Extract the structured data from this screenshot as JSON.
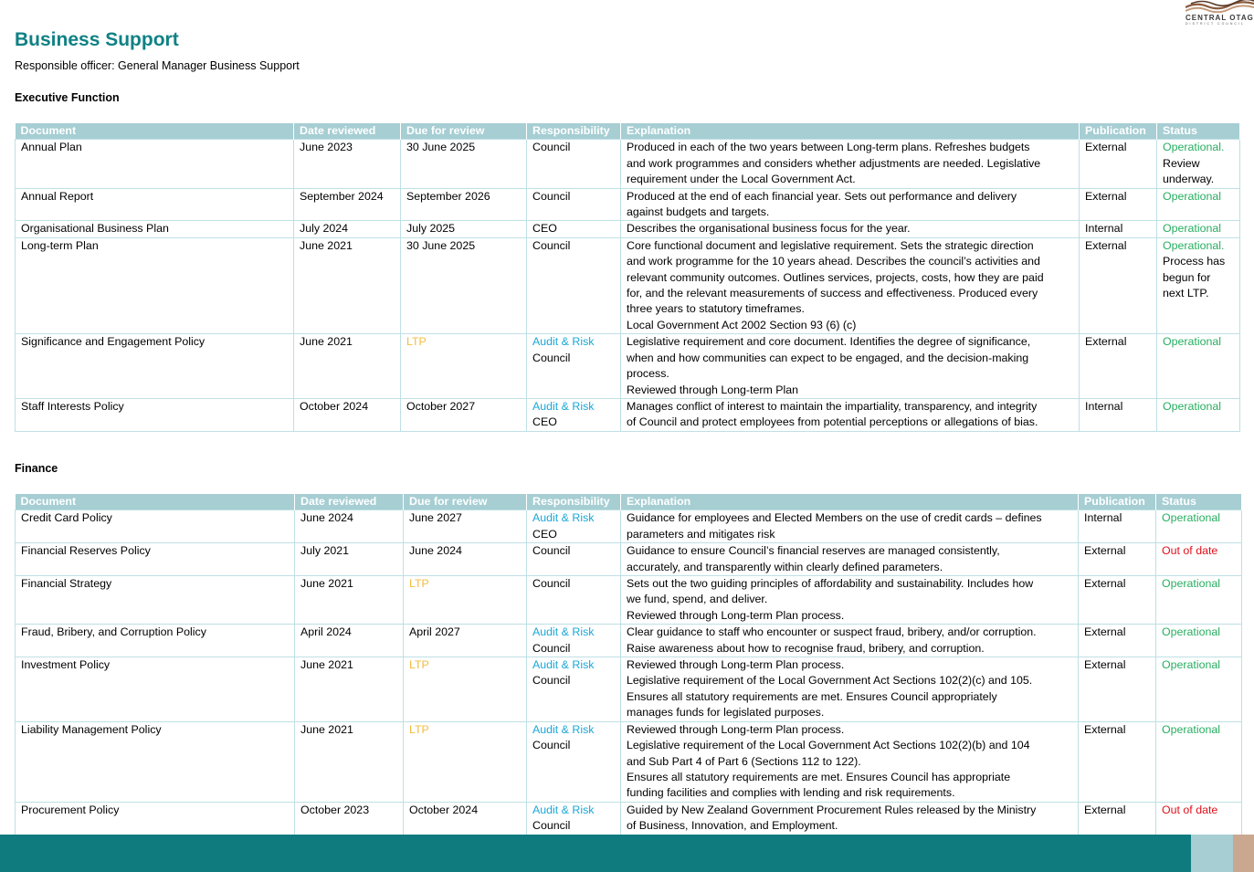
{
  "logo": {
    "name": "CENTRAL OTAGO",
    "subtitle": "DISTRICT COUNCIL"
  },
  "page": {
    "title": "Business Support",
    "officer": "Responsible officer: General Manager Business Support"
  },
  "colors": {
    "title": "#0f8184",
    "header_bg": "#a6ced3",
    "operational": "#27ae60",
    "out_of_date": "#e0101a",
    "audit_risk": "#1aa7d8",
    "ltp": "#f2bd3c",
    "footer_teal": "#0f7b7f",
    "footer_tan": "#caa88f"
  },
  "sections": [
    {
      "heading": "Executive Function",
      "columns": [
        "Document",
        "Date reviewed",
        "Due for review",
        "Responsibility",
        "Explanation",
        "Publication",
        "Status"
      ],
      "rows": [
        {
          "document": "Annual Plan",
          "date_reviewed": "June 2023",
          "due": "30 June 2025",
          "resp_top": "",
          "resp": "Council",
          "explanation": "Produced in each of the two years between Long-term plans. Refreshes budgets\nand work programmes and considers whether adjustments are needed. Legislative\nrequirement under the Local Government Act.",
          "publication": "External",
          "status": "Operational.",
          "status_note": "Review\nunderway."
        },
        {
          "document": "Annual Report",
          "date_reviewed": "September 2024",
          "due": "September 2026",
          "resp_top": "",
          "resp": "Council",
          "explanation": "Produced at the end of each financial year. Sets out performance and delivery\nagainst budgets and targets.",
          "publication": "External",
          "status": "Operational",
          "status_note": ""
        },
        {
          "document": "Organisational Business Plan",
          "date_reviewed": "July 2024",
          "due": "July 2025",
          "resp_top": "",
          "resp": "CEO",
          "explanation": "Describes the organisational business focus for the year.",
          "publication": "Internal",
          "status": "Operational",
          "status_note": ""
        },
        {
          "document": "Long-term Plan",
          "date_reviewed": "June 2021",
          "due": "30 June 2025",
          "resp_top": "",
          "resp": "Council",
          "explanation": "Core functional document and legislative requirement. Sets the strategic direction\nand work programme for the 10 years ahead. Describes the council’s activities and\nrelevant community outcomes. Outlines services, projects, costs, how they are paid\nfor, and the relevant measurements of success and effectiveness. Produced every\nthree years to statutory timeframes.\nLocal Government Act 2002 Section 93 (6) (c)",
          "publication": "External",
          "status": "Operational.",
          "status_note": "Process has\nbegun for\nnext LTP."
        },
        {
          "document": "Significance and Engagement Policy",
          "date_reviewed": "June 2021",
          "due": "LTP",
          "resp_top": "Audit & Risk",
          "resp": "Council",
          "explanation": "Legislative requirement and core document. Identifies the degree of significance,\nwhen and how communities can expect to be engaged, and the decision-making\nprocess.\nReviewed through Long-term Plan",
          "publication": "External",
          "status": "Operational",
          "status_note": ""
        },
        {
          "document": "Staff Interests Policy",
          "date_reviewed": "October 2024",
          "due": "October 2027",
          "resp_top": "Audit & Risk",
          "resp": "CEO",
          "explanation": "Manages conflict of interest to maintain the impartiality, transparency, and integrity\nof Council and protect employees from potential perceptions or allegations of bias.",
          "publication": "Internal",
          "status": "Operational",
          "status_note": ""
        }
      ]
    },
    {
      "heading": "Finance",
      "columns": [
        "Document",
        "Date reviewed",
        "Due for review",
        "Responsibility",
        "Explanation",
        "Publication",
        "Status"
      ],
      "rows": [
        {
          "document": "Credit Card Policy",
          "date_reviewed": "June 2024",
          "due": "June 2027",
          "resp_top": "Audit & Risk",
          "resp": "CEO",
          "explanation": "Guidance for employees and Elected Members on the use of credit cards – defines\nparameters and mitigates risk",
          "publication": "Internal",
          "status": "Operational",
          "status_note": ""
        },
        {
          "document": "Financial Reserves Policy",
          "date_reviewed": "July 2021",
          "due": "June 2024",
          "resp_top": "",
          "resp": "Council",
          "explanation": "Guidance to ensure Council’s financial reserves are managed consistently,\naccurately, and transparently within clearly defined parameters.",
          "publication": "External",
          "status": "Out of date",
          "status_note": ""
        },
        {
          "document": "Financial Strategy",
          "date_reviewed": "June 2021",
          "due": "LTP",
          "resp_top": "",
          "resp": "Council",
          "explanation": "Sets out the two guiding principles of affordability and sustainability. Includes how\nwe fund, spend, and deliver.\nReviewed through Long-term Plan process.",
          "publication": "External",
          "status": "Operational",
          "status_note": ""
        },
        {
          "document": "Fraud, Bribery, and Corruption Policy",
          "date_reviewed": "April 2024",
          "due": "April 2027",
          "resp_top": "Audit & Risk",
          "resp": "Council",
          "explanation": "Clear guidance to staff who encounter or suspect fraud, bribery, and/or corruption.\nRaise awareness about how to recognise fraud, bribery, and corruption.",
          "publication": "External",
          "status": "Operational",
          "status_note": ""
        },
        {
          "document": "Investment Policy",
          "date_reviewed": "June 2021",
          "due": "LTP",
          "resp_top": "Audit & Risk",
          "resp": "Council",
          "explanation": "Reviewed through Long-term Plan process.\nLegislative requirement of the Local Government Act Sections 102(2)(c) and 105.\nEnsures all statutory requirements are met. Ensures Council appropriately\nmanages funds for legislated purposes.",
          "publication": "External",
          "status": "Operational",
          "status_note": ""
        },
        {
          "document": "Liability Management Policy",
          "date_reviewed": "June 2021",
          "due": "LTP",
          "resp_top": "Audit & Risk",
          "resp": "Council",
          "explanation": "Reviewed through Long-term Plan process.\nLegislative requirement of the Local Government Act Sections 102(2)(b) and 104\nand Sub Part 4 of Part 6 (Sections 112 to 122).\nEnsures all statutory requirements are met. Ensures Council has appropriate\nfunding facilities and complies with lending and risk requirements.",
          "publication": "External",
          "status": "Operational",
          "status_note": ""
        },
        {
          "document": "Procurement Policy",
          "date_reviewed": "October 2023",
          "due": "October 2024",
          "resp_top": "Audit & Risk",
          "resp": "Council",
          "explanation": "Guided by New Zealand Government Procurement Rules released by the Ministry\nof Business, Innovation, and Employment.",
          "publication": "External",
          "status": "Out of date",
          "status_note": ""
        }
      ]
    }
  ]
}
